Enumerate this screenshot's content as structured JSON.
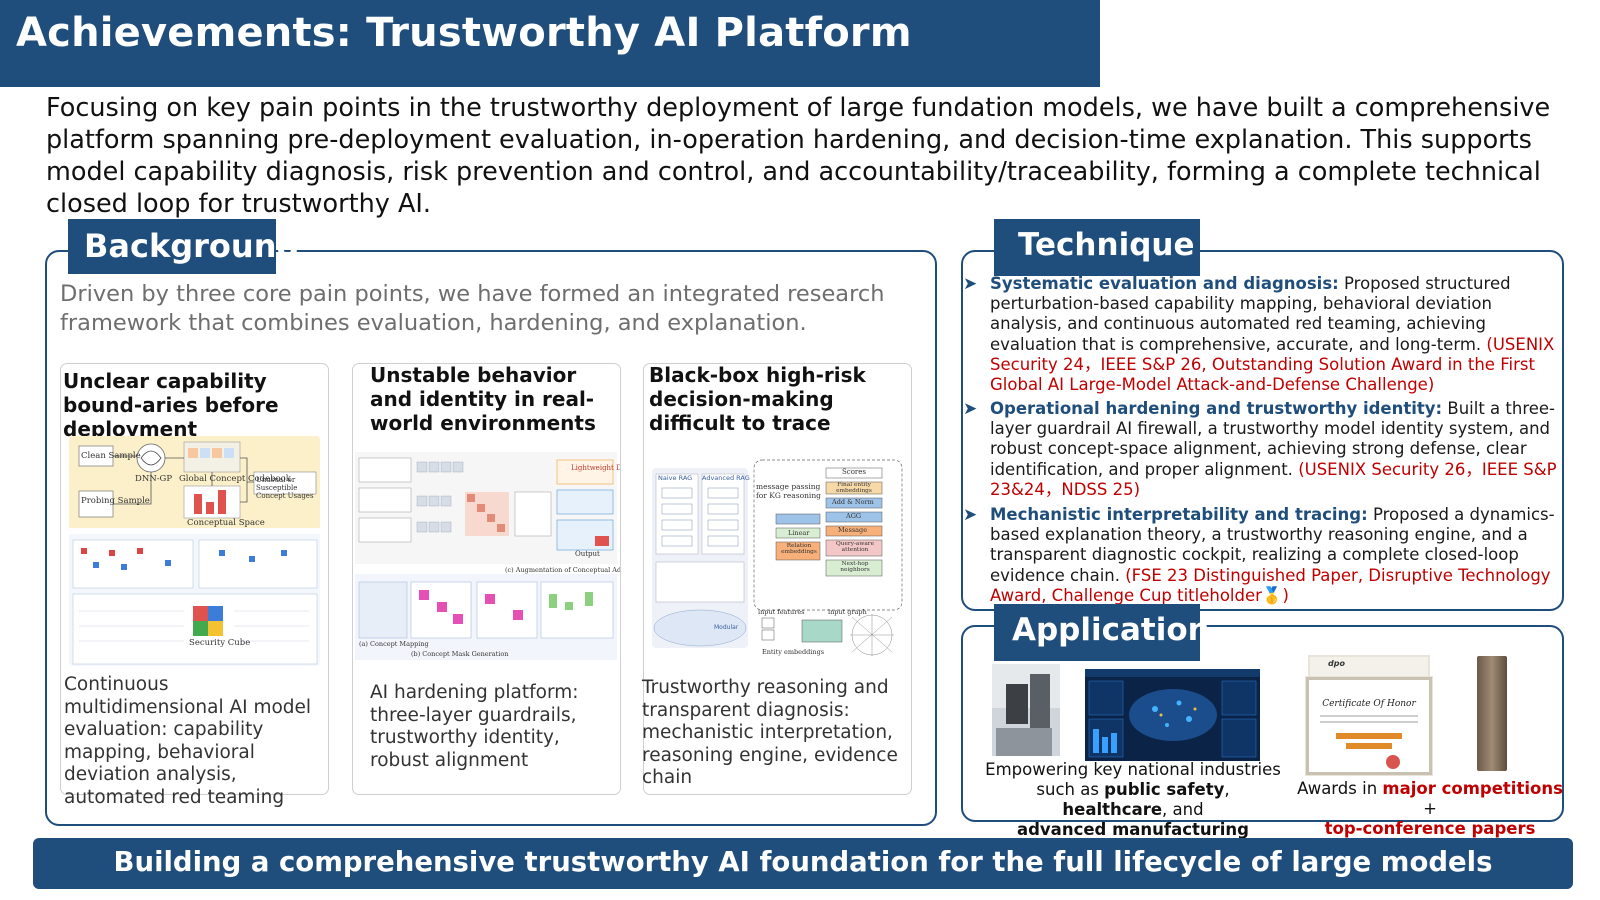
{
  "title": "Achievements: Trustworthy AI Platform",
  "intro": "Focusing on key pain points in the trustworthy deployment of large fundation models, we have built a comprehensive platform spanning pre-deployment evaluation, in-operation hardening, and decision-time explanation. This supports model capability diagnosis, risk prevention and control, and accountability/traceability, forming a complete technical closed loop for trustworthy AI.",
  "background": {
    "tab": "Background",
    "lead": "Driven by three core pain points, we have formed an integrated research framework that combines evaluation, hardening, and explanation.",
    "cards": [
      {
        "title": "Unclear capability bound-aries before deployment",
        "desc": "Continuous multidimensional AI model evaluation: capability mapping, behavioral deviation analysis, automated red teaming",
        "fig_labels": [
          "Clean Sample",
          "DNN-GP",
          "Global Concept Codebook",
          "Probing Sample",
          "Conceptual Space",
          "Unusual or Susceptible Concept Usages",
          "Security Cube"
        ]
      },
      {
        "title": "Unstable behavior and identity in real-world environments",
        "desc": "AI hardening platform: three-layer guardrails, trustworthy identity, robust alignment",
        "fig_labels": [
          "Lightweight Deployment",
          "Output",
          "(a) Concept Mapping",
          "(b) Concept Mask Generation",
          "(c) Augmentation of Conceptual Adversarial Examples"
        ]
      },
      {
        "title": "Black-box high-risk decision-making difficult to trace",
        "desc": "Trustworthy reasoning and transparent diagnosis: mechanistic interpretation, reasoning engine, evidence chain",
        "fig_labels": [
          "Naive RAG",
          "Advanced RAG",
          "Modular",
          "message passing for KG reasoning",
          "Scores",
          "Final entity embeddings",
          "Add & Norm",
          "AGG",
          "Message",
          "Query-aware attention",
          "Next-hop neighbors",
          "Linear",
          "Relation embeddings",
          "Entity embeddings",
          "input features",
          "input graph"
        ]
      }
    ]
  },
  "technique": {
    "tab": "Technique",
    "items": [
      {
        "head": "Systematic evaluation and diagnosis:",
        "body": "Proposed structured perturbation-based capability mapping, behavioral deviation analysis, and continuous automated red teaming, achieving evaluation that is comprehensive, accurate, and long-term.",
        "ref": "(USENIX Security 24，IEEE S&P 26, Outstanding Solution Award in the First Global AI Large-Model Attack-and-Defense Challenge)"
      },
      {
        "head": "Operational hardening and trustworthy identity:",
        "body": "Built a three-layer guardrail AI firewall, a trustworthy model identity system, and robust concept-space alignment, achieving strong defense, clear identification, and proper alignment.",
        "ref": "(USENIX Security 26，IEEE S&P 23&24，NDSS 25)"
      },
      {
        "head": "Mechanistic interpretability and tracing:",
        "body": "Proposed a dynamics-based explanation theory, a trustworthy reasoning engine, and a transparent diagnostic cockpit, realizing a complete closed-loop evidence chain.",
        "ref": "(FSE 23 Distinguished Paper, Disruptive Technology Award, Challenge Cup titleholder🥇)"
      }
    ]
  },
  "application": {
    "tab": "Application",
    "left_caption": {
      "line1": "Empowering key national industries",
      "pre": "such as ",
      "b1": "public safety",
      "sep1": ", ",
      "b2": "healthcare",
      "sep2": ", and",
      "b3": "advanced manufacturing"
    },
    "right_caption": {
      "pre": "Awards in ",
      "r1": "major competitions",
      "plus": " +",
      "r2": "top-conference papers"
    },
    "certificate_text": "Certificate Of Honor"
  },
  "footer": "Building a comprehensive trustworthy AI foundation for the full lifecycle of large models",
  "colors": {
    "brand": "#1f4e7c",
    "reference": "#c00000",
    "lead_gray": "#6e6e6e"
  }
}
